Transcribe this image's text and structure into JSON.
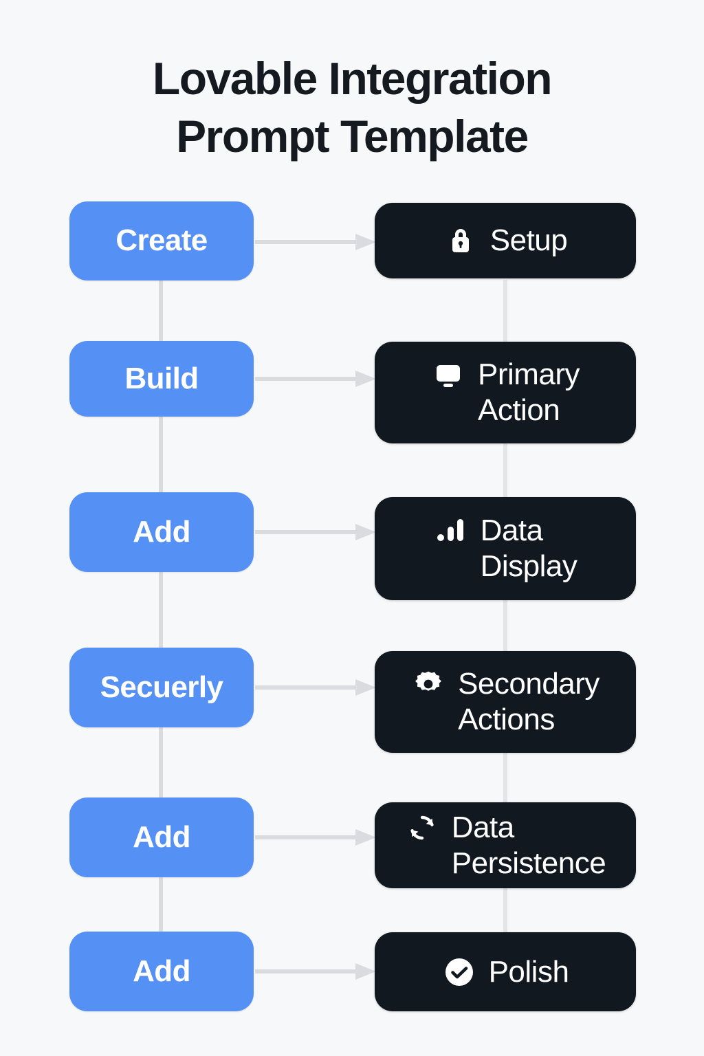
{
  "title": {
    "line1": "Lovable Integration",
    "line2": "Prompt Template"
  },
  "colors": {
    "background": "#f7f8f9",
    "accent_blue": "#5590f5",
    "dark": "#121820",
    "connector_left": "#d9dbdf",
    "connector_right": "#e2e4e7",
    "text_dark": "#151a20",
    "text_light": "#ffffff"
  },
  "steps": [
    {
      "verb": "Create",
      "icon": "lock-icon",
      "target_line1": "Setup",
      "target_line2": ""
    },
    {
      "verb": "Build",
      "icon": "monitor-icon",
      "target_line1": "Primary",
      "target_line2": "Action"
    },
    {
      "verb": "Add",
      "icon": "bar-chart-icon",
      "target_line1": "Data",
      "target_line2": "Display"
    },
    {
      "verb": "Secuerly",
      "icon": "gear-icon",
      "target_line1": "Secondary",
      "target_line2": "Actions"
    },
    {
      "verb": "Add",
      "icon": "refresh-icon",
      "target_line1": "Data",
      "target_line2": "Persistence"
    },
    {
      "verb": "Add",
      "icon": "check-circle-icon",
      "target_line1": "Polish",
      "target_line2": ""
    }
  ]
}
